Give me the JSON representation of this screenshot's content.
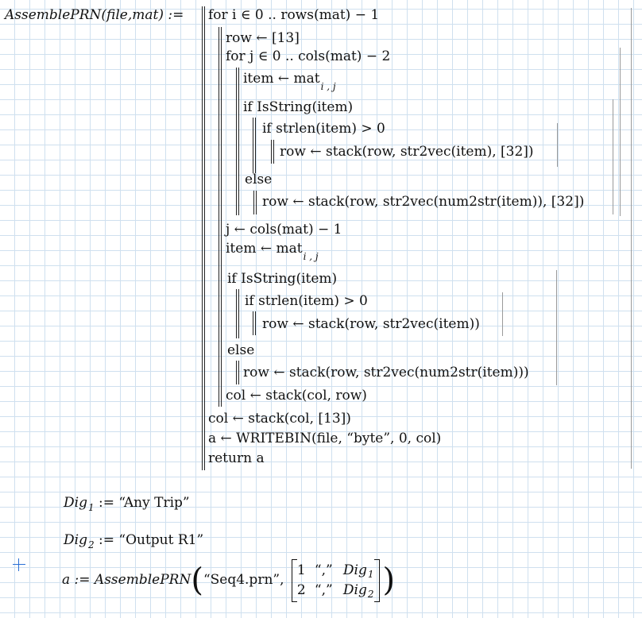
{
  "program": {
    "header": "AssemblePRN(file,mat) :=",
    "lines": [
      "for i ∈ 0 .. rows(mat) − 1",
      "row ← [13]",
      "for j ∈ 0 .. cols(mat) − 2",
      "item ← mat",
      "if IsString(item)",
      "if strlen(item) > 0",
      "row ← stack(row, str2vec(item), [32])",
      "else",
      "row ← stack(row, str2vec(num2str(item)), [32])",
      "j ← cols(mat) − 1",
      "item ← mat",
      "if IsString(item)",
      "if strlen(item) > 0",
      "row ← stack(row, str2vec(item))",
      "else",
      "row ← stack(row, str2vec(num2str(item)))",
      "col ← stack(col, row)",
      "col ← stack(col, [13])",
      "a ← WRITEBIN(file, “byte”, 0, col)",
      "return a"
    ],
    "subscript_ij": "i , j"
  },
  "definitions": {
    "dig1": {
      "name": "Dig",
      "sub": "1",
      "rhs": ":= “Any Trip”"
    },
    "dig2": {
      "name": "Dig",
      "sub": "2",
      "rhs": ":= “Output R1”"
    }
  },
  "call": {
    "lhs": "a := AssemblePRN",
    "arg1": "“Seq4.prn”,",
    "matrix": [
      [
        "1",
        "“,”",
        "Dig",
        "1"
      ],
      [
        "2",
        "“,”",
        "Dig",
        "2"
      ]
    ]
  }
}
